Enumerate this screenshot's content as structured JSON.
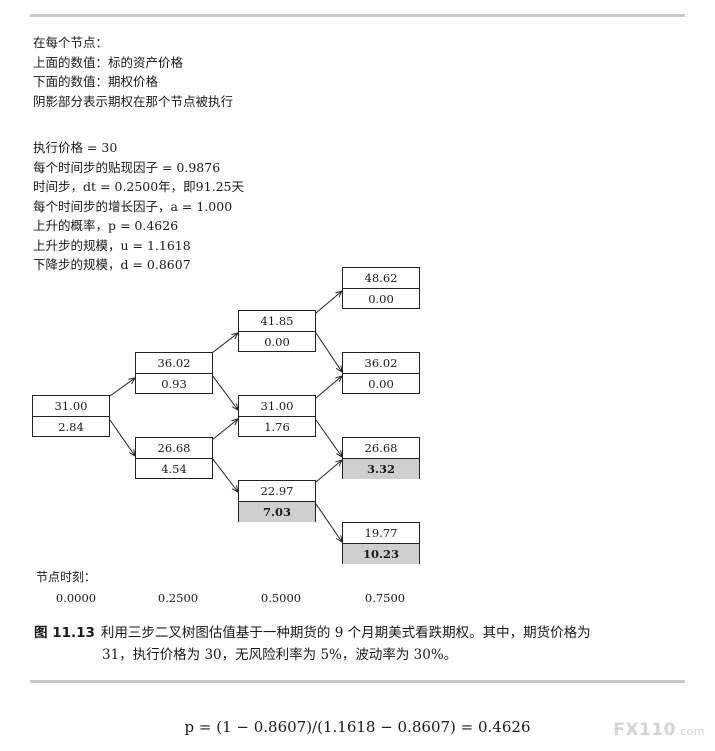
{
  "legend": [
    "在每个节点：",
    "上面的数值：标的资产价格",
    "下面的数值：期权价格",
    "阴影部分表示期权在那个节点被执行"
  ],
  "params": [
    "执行价格 = 30",
    "每个时间步的贴现因子 = 0.9876",
    "时间步，dt = 0.2500年，即91.25天",
    "每个时间步的增长因子，a = 1.000",
    "上升的概率，p = 0.4626",
    "上升步的规模，u = 1.1618",
    "下降步的规模，d = 0.8607"
  ],
  "tree": {
    "nodes": [
      {
        "id": "n0",
        "upper": "31.00",
        "lower": "2.84",
        "exercised": false
      },
      {
        "id": "n1u",
        "upper": "36.02",
        "lower": "0.93",
        "exercised": false
      },
      {
        "id": "n1d",
        "upper": "26.68",
        "lower": "4.54",
        "exercised": false
      },
      {
        "id": "n2uu",
        "upper": "41.85",
        "lower": "0.00",
        "exercised": false
      },
      {
        "id": "n2m",
        "upper": "31.00",
        "lower": "1.76",
        "exercised": false
      },
      {
        "id": "n2dd",
        "upper": "22.97",
        "lower": "7.03",
        "exercised": true
      },
      {
        "id": "n3a",
        "upper": "48.62",
        "lower": "0.00",
        "exercised": false
      },
      {
        "id": "n3b",
        "upper": "36.02",
        "lower": "0.00",
        "exercised": false
      },
      {
        "id": "n3c",
        "upper": "26.68",
        "lower": "3.32",
        "exercised": true
      },
      {
        "id": "n3d",
        "upper": "19.77",
        "lower": "10.23",
        "exercised": true
      }
    ]
  },
  "time_axis": {
    "title": "节点时刻：",
    "values": [
      "0.0000",
      "0.2500",
      "0.5000",
      "0.7500"
    ]
  },
  "caption": {
    "fig_label": "图 11.13",
    "line1": "利用三步二叉树图估值基于一种期货的 9 个月期美式看跌期权。其中，期货价格为",
    "line2": "31，执行价格为 30，无风险利率为 5%，波动率为 30%。"
  },
  "formula": "p = (1 − 0.8607)/(1.1618 − 0.8607) = 0.4626",
  "watermark": {
    "main": "FX110",
    "suffix": ".com"
  }
}
